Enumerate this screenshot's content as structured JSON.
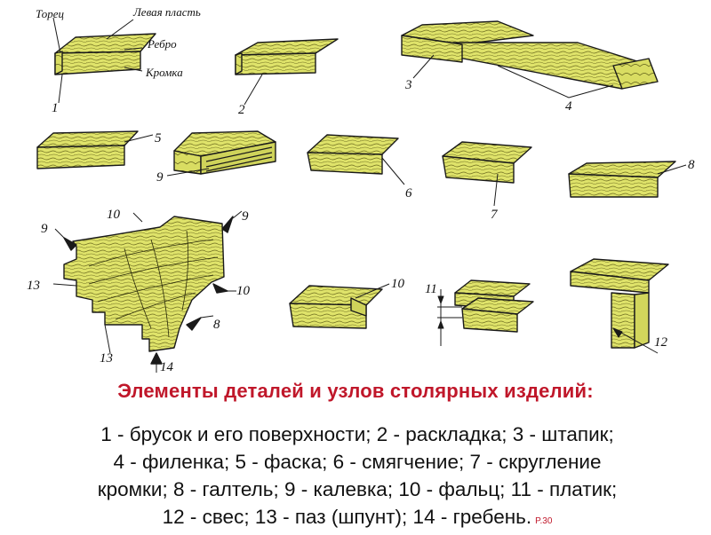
{
  "figure": {
    "labels": {
      "torets": "Торец",
      "plast": "Левая пласть",
      "rebro": "Ребро",
      "kromka": "Кромка",
      "n1": "1",
      "n2": "2",
      "n3": "3",
      "n4": "4",
      "n5": "5",
      "n6": "6",
      "n7": "7",
      "n8a": "8",
      "n9a": "9",
      "n9b": "9",
      "n9c": "9",
      "n10a": "10",
      "n10b": "10",
      "n10c": "10",
      "n13": "13",
      "n13b": "13",
      "n8b": "8",
      "n14": "14",
      "n11": "11",
      "n12": "12"
    },
    "colors": {
      "wood": "#dfe36a",
      "ink": "#1a1a1a",
      "title": "#c0172a"
    }
  },
  "caption": {
    "title": "Элементы деталей и узлов столярных изделий:",
    "lines": [
      "1 - брусок и его поверхности;  2 - раскладка;  3 - штапик;",
      "4 - филенка;  5 - фаска;   6 - смягчение;  7 - скругление",
      "кромки;  8 - галтель;  9 - калевка;  10 - фальц;  11 - платик;",
      "12 - свес;  13 - паз (шпунт);  14 - гребень."
    ],
    "page_ref": "P.30"
  }
}
